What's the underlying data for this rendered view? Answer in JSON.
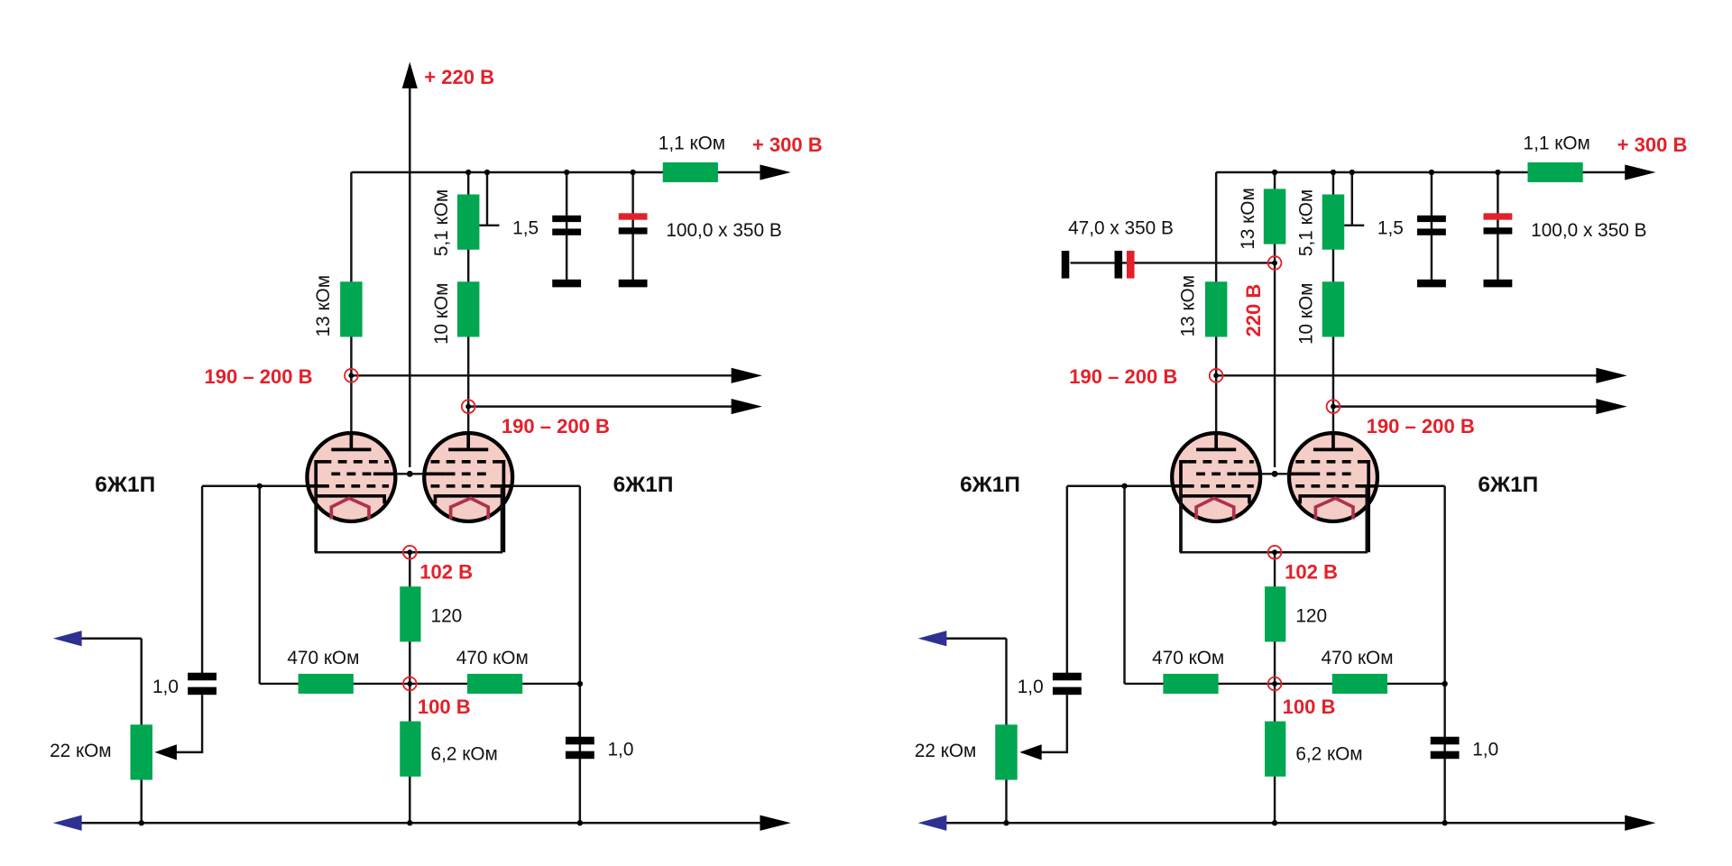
{
  "diagram": {
    "title": "",
    "colors": {
      "resistor": "#00a650",
      "voltage_label": "#e4202a",
      "tube_fill": "#f4cdc6",
      "heater": "#b0304e",
      "input_arrow": "#2e3192"
    },
    "circuits": [
      {
        "id": "left",
        "supply_out_label": "+ 220 В",
        "supply_in_label": "+ 300 В",
        "r_supply_label": "1,1 кОм",
        "r_anode1_label": "13 кОм",
        "r_pot_label": "5,1 кОм",
        "r_anode2_label": "10 кОм",
        "c_small_label": "1,5",
        "c_big_label": "100,0 x 350 В",
        "out1_voltage": "190 – 200 В",
        "out2_voltage": "190 – 200 В",
        "tube_left": "6Ж1П",
        "tube_right": "6Ж1П",
        "cathode_voltage": "102 В",
        "r_cathode_label": "120",
        "bias_voltage": "100 В",
        "r_grid_left_label": "470 кОм",
        "r_grid_right_label": "470 кОм",
        "r_bias_label": "6,2 кОм",
        "c_input_label": "1,0",
        "c_grid_label": "1,0",
        "r_volume_label": "22 кОм"
      },
      {
        "id": "right",
        "supply_in_label": "+ 300 В",
        "r_supply_label": "1,1 кОм",
        "r_anode1_label": "13 кОм",
        "r_screen_label": "13 кОм",
        "screen_voltage": "220 В",
        "c_screen_label": "47,0 x 350 В",
        "r_pot_label": "5,1 кОм",
        "r_anode2_label": "10 кОм",
        "c_small_label": "1,5",
        "c_big_label": "100,0 x 350 В",
        "out1_voltage": "190 – 200 В",
        "out2_voltage": "190 – 200 В",
        "tube_left": "6Ж1П",
        "tube_right": "6Ж1П",
        "cathode_voltage": "102 В",
        "r_cathode_label": "120",
        "bias_voltage": "100 В",
        "r_grid_left_label": "470 кОм",
        "r_grid_right_label": "470 кОм",
        "r_bias_label": "6,2 кОм",
        "c_input_label": "1,0",
        "c_grid_label": "1,0",
        "r_volume_label": "22 кОм"
      }
    ]
  }
}
